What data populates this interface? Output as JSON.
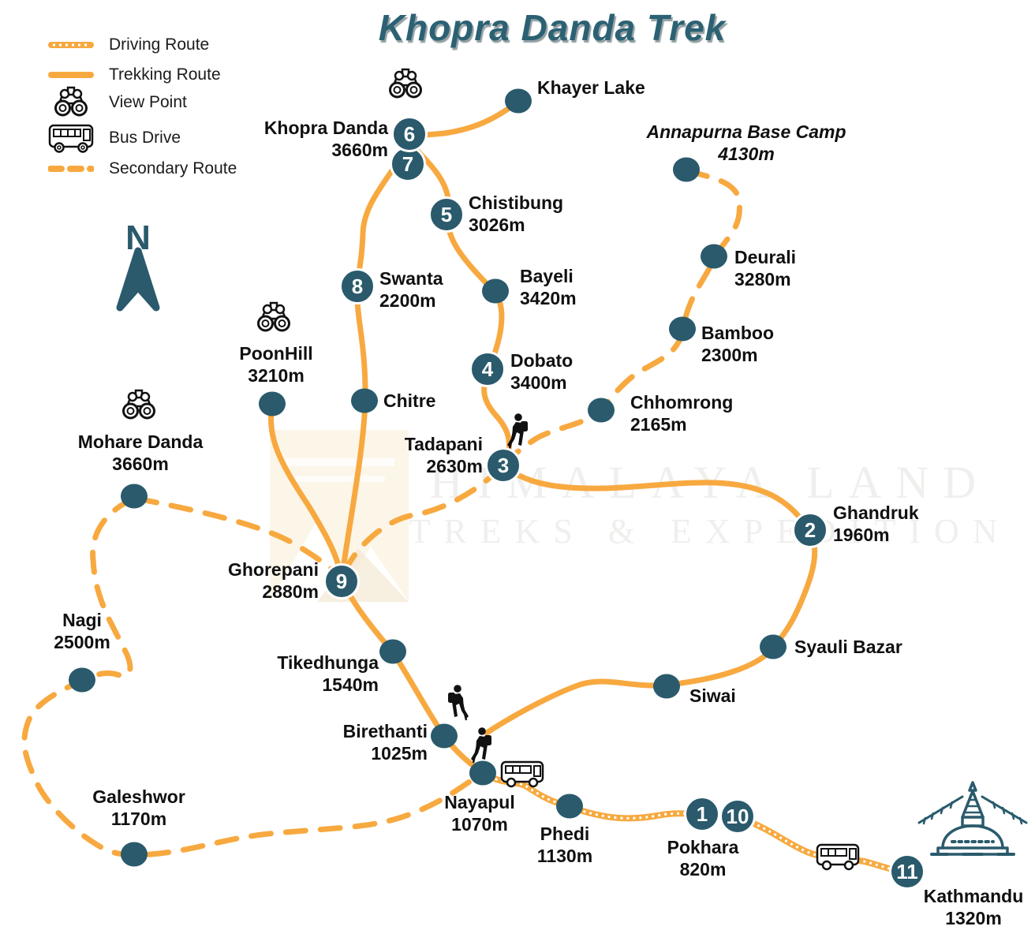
{
  "title": "Khopra Danda Trek",
  "compass": {
    "north": "N"
  },
  "watermark": {
    "line1": "HIMALAYA LAND",
    "line2": "TREKS & EXPEDITION"
  },
  "colors": {
    "route": "#F7A940",
    "marker": "#2A5A6C",
    "title_text": "#2B6173"
  },
  "legend": {
    "driving": "Driving Route",
    "trekking": "Trekking Route",
    "viewpoint": "View Point",
    "bus": "Bus Drive",
    "secondary": "Secondary Route"
  },
  "stops": {
    "khopra_a": "6",
    "khopra_b": "7",
    "chistibung": "5",
    "swanta": "8",
    "dobato": "4",
    "tadapani": "3",
    "ghorepani": "9",
    "ghandruk": "2",
    "pokhara_a": "1",
    "pokhara_b": "10",
    "kathmandu": "11"
  },
  "locations": {
    "khayer_lake": {
      "name": "Khayer Lake"
    },
    "khopra_danda": {
      "name": "Khopra Danda",
      "elevation": "3660m"
    },
    "chistibung": {
      "name": "Chistibung",
      "elevation": "3026m"
    },
    "annapurna_base_camp": {
      "name": "Annapurna Base Camp",
      "elevation": "4130m"
    },
    "deurali": {
      "name": "Deurali",
      "elevation": "3280m"
    },
    "bamboo": {
      "name": "Bamboo",
      "elevation": "2300m"
    },
    "swanta": {
      "name": "Swanta",
      "elevation": "2200m"
    },
    "bayeli": {
      "name": "Bayeli",
      "elevation": "3420m"
    },
    "dobato": {
      "name": "Dobato",
      "elevation": "3400m"
    },
    "chhomrong": {
      "name": "Chhomrong",
      "elevation": "2165m"
    },
    "chitre": {
      "name": "Chitre"
    },
    "tadapani": {
      "name": "Tadapani",
      "elevation": "2630m"
    },
    "poonhill": {
      "name": "PoonHill",
      "elevation": "3210m"
    },
    "mohare_danda": {
      "name": "Mohare Danda",
      "elevation": "3660m"
    },
    "ghandruk": {
      "name": "Ghandruk",
      "elevation": "1960m"
    },
    "ghorepani": {
      "name": "Ghorepani",
      "elevation": "2880m"
    },
    "nagi": {
      "name": "Nagi",
      "elevation": "2500m"
    },
    "tikedhunga": {
      "name": "Tikedhunga",
      "elevation": "1540m"
    },
    "syauli_bazar": {
      "name": "Syauli Bazar"
    },
    "siwai": {
      "name": "Siwai"
    },
    "birethanti": {
      "name": "Birethanti",
      "elevation": "1025m"
    },
    "nayapul": {
      "name": "Nayapul",
      "elevation": "1070m"
    },
    "galeshwor": {
      "name": "Galeshwor",
      "elevation": "1170m"
    },
    "phedi": {
      "name": "Phedi",
      "elevation": "1130m"
    },
    "pokhara": {
      "name": "Pokhara",
      "elevation": "820m"
    },
    "kathmandu": {
      "name": "Kathmandu",
      "elevation": "1320m"
    }
  }
}
